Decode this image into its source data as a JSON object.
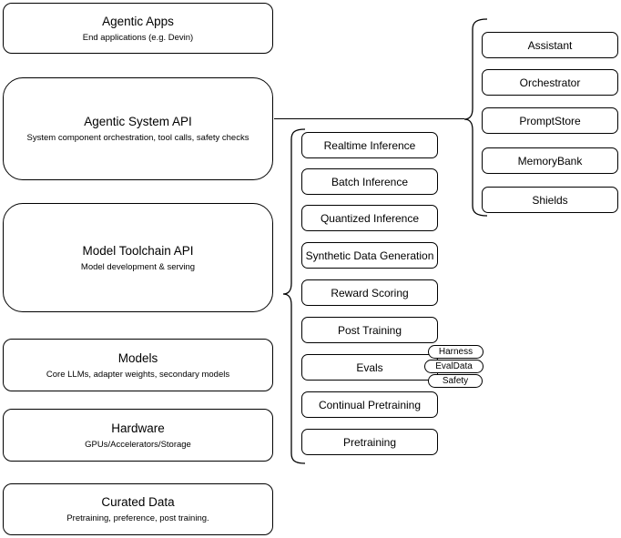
{
  "colors": {
    "stroke": "#000000",
    "background": "#ffffff"
  },
  "stack": {
    "boxes": [
      {
        "title": "Agentic Apps",
        "subtitle": "End applications (e.g. Devin)"
      },
      {
        "title": "Agentic System API",
        "subtitle": "System component orchestration, tool calls, safety checks"
      },
      {
        "title": "Model Toolchain API",
        "subtitle": "Model development & serving"
      },
      {
        "title": "Models",
        "subtitle": "Core LLMs, adapter weights, secondary models"
      },
      {
        "title": "Hardware",
        "subtitle": "GPUs/Accelerators/Storage"
      },
      {
        "title": "Curated Data",
        "subtitle": "Pretraining, preference, post training."
      }
    ]
  },
  "toolchain_capabilities": {
    "items": [
      "Realtime Inference",
      "Batch Inference",
      "Quantized Inference",
      "Synthetic Data Generation",
      "Reward Scoring",
      "Post Training",
      "Evals",
      "Continual Pretraining",
      "Pretraining"
    ]
  },
  "eval_tags": {
    "items": [
      "Harness",
      "EvalData",
      "Safety"
    ]
  },
  "system_components": {
    "items": [
      "Assistant",
      "Orchestrator",
      "PromptStore",
      "MemoryBank",
      "Shields"
    ]
  }
}
